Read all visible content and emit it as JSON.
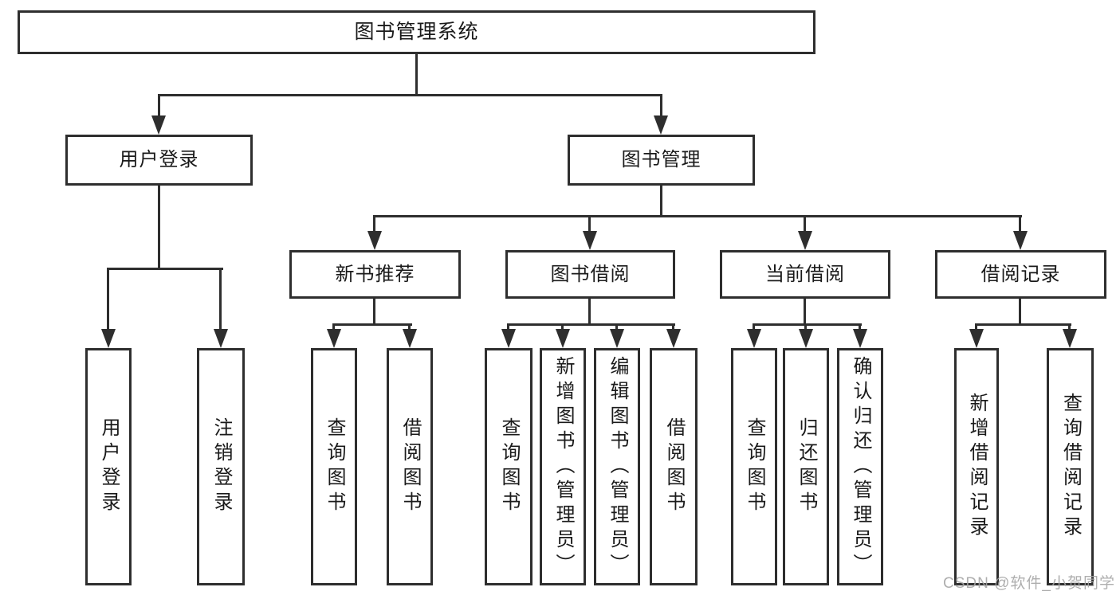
{
  "tree": {
    "root": {
      "label": "图书管理系统"
    },
    "branches": [
      {
        "label": "用户登录",
        "children": [
          {
            "label": "用户登录"
          },
          {
            "label": "注销登录"
          }
        ]
      },
      {
        "label": "图书管理",
        "groups": [
          {
            "label": "新书推荐",
            "children": [
              {
                "label": "查询图书"
              },
              {
                "label": "借阅图书"
              }
            ]
          },
          {
            "label": "图书借阅",
            "children": [
              {
                "label": "查询图书"
              },
              {
                "label": "新增图书（管理员）"
              },
              {
                "label": "编辑图书（管理员）"
              },
              {
                "label": "借阅图书"
              }
            ]
          },
          {
            "label": "当前借阅",
            "children": [
              {
                "label": "查询图书"
              },
              {
                "label": "归还图书"
              },
              {
                "label": "确认归还（管理员）"
              }
            ]
          },
          {
            "label": "借阅记录",
            "children": [
              {
                "label": "新增借阅记录"
              },
              {
                "label": "查询借阅记录"
              }
            ]
          }
        ]
      }
    ]
  },
  "watermark": {
    "text": "CSDN @软件_小贺同学"
  },
  "colors": {
    "line": "#2e2e2e",
    "text": "#1a1a1a",
    "background": "#ffffff",
    "watermark": "#a5a5a5"
  }
}
